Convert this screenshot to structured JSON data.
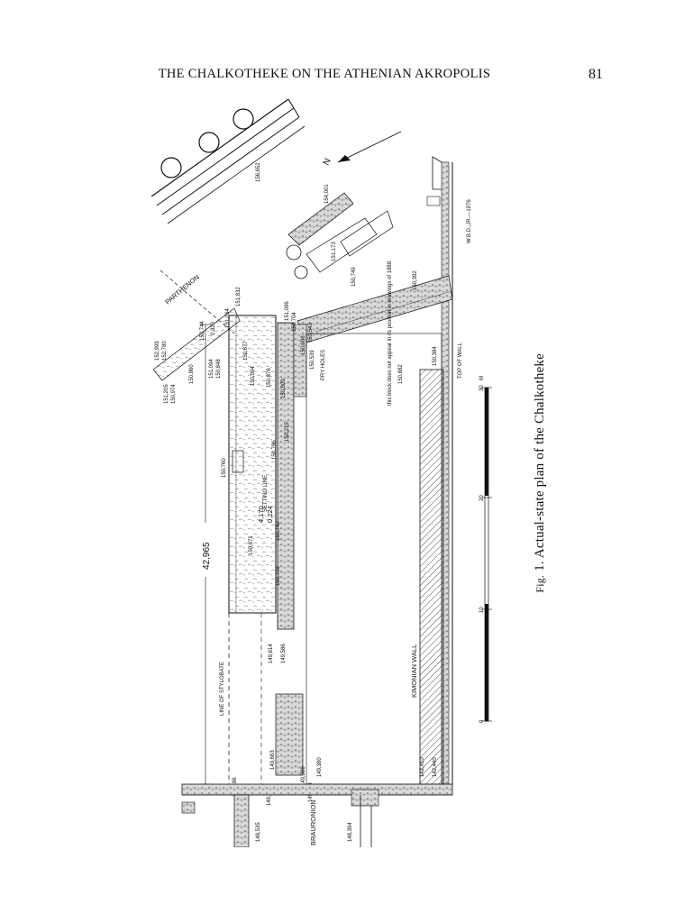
{
  "header": {
    "running_title": "THE CHALKOTHEKE ON THE ATHENIAN AKROPOLIS",
    "page_number": "81"
  },
  "figure": {
    "caption_prefix": "Fig.",
    "caption_text": "1. Actual-state plan of the Chalkotheke"
  },
  "plan_labels": {
    "parthenon": "PARTHENON",
    "north": "N",
    "brauronion": "BRAURONION",
    "kimonian_wall": "KIMONIAN WALL",
    "line_of_stylobate": "LINE OF STYLOBATE",
    "top_of_wall": "TOP OF WALL",
    "pry_holes": "PRY HOLES",
    "setting_line": "SETTING LINE",
    "drawing_credit": "W.B.D.,JR.—1976",
    "dimension_main": "42,965",
    "dimension_inner_a": "4,170",
    "dimension_inner_b": "0,224",
    "dimension_corner": "0,320",
    "block_note": "this block does not appear in its position in drawings of 1888"
  },
  "elevations": [
    "156,652",
    "154,001",
    "151,173",
    "150,749",
    "150,392",
    "152,999",
    "152,780",
    "152,744",
    "151,832",
    "151,164",
    "151,205",
    "150,974",
    "150,860",
    "151,094",
    "150,848",
    "151,096",
    "150,704",
    "150,877",
    "150,908",
    "150,543",
    "150,539",
    "150,876",
    "150,809",
    "150,994",
    "150,215",
    "150,760",
    "150,786",
    "150,798",
    "150,742",
    "150,871",
    "149,614",
    "149,586",
    "149,663",
    "149,186",
    "149,002",
    "148,535",
    "149,538",
    "149,386",
    "149,380",
    "148,394",
    "142,410",
    "142,440",
    "150,882",
    "150,384"
  ],
  "scale_bar": {
    "ticks": [
      "0",
      "10",
      "20",
      "30"
    ],
    "unit": "M"
  }
}
